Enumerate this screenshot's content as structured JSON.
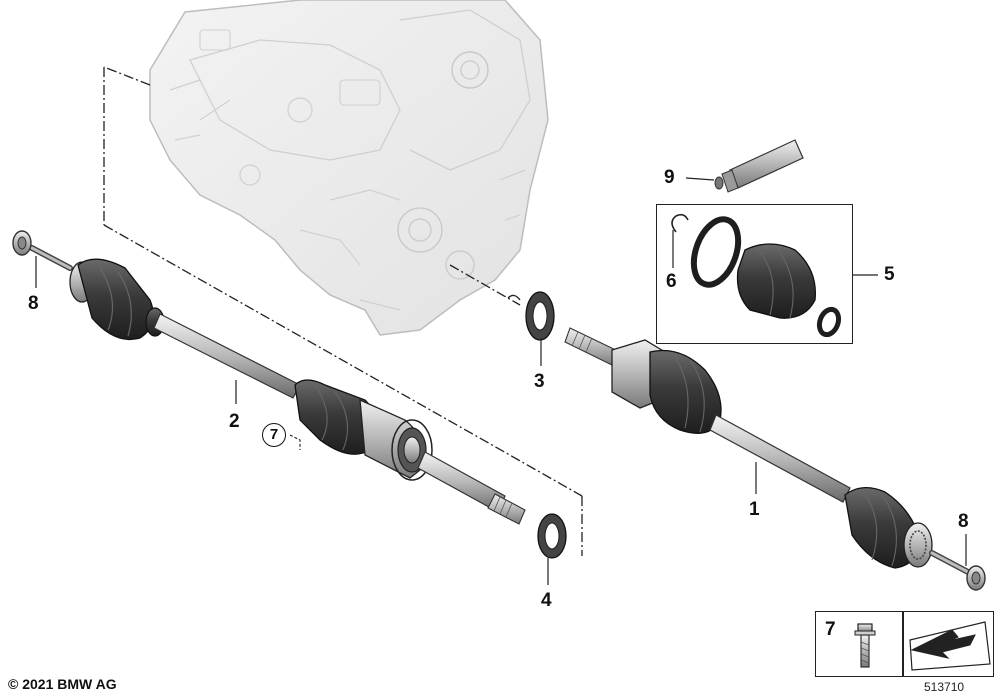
{
  "callouts": {
    "c1": "1",
    "c2": "2",
    "c3": "3",
    "c4": "4",
    "c5": "5",
    "c6": "6",
    "c7": "7",
    "c8_left": "8",
    "c8_right": "8",
    "c9": "9",
    "legend_7": "7"
  },
  "footer": {
    "copyright": "© 2021 BMW AG",
    "diagram_id": "513710"
  },
  "colors": {
    "line": "#222222",
    "part_dark": "#3a3a3a",
    "part_mid": "#8a8a8a",
    "part_light": "#d6d6d6",
    "gearbox_fill": "#eeeeee",
    "gearbox_stroke": "#bdbdbd"
  },
  "icons": [
    "gearbox",
    "drive-shaft",
    "boot-kit",
    "seal-ring",
    "grease-tube",
    "bolt",
    "arrow-note"
  ]
}
